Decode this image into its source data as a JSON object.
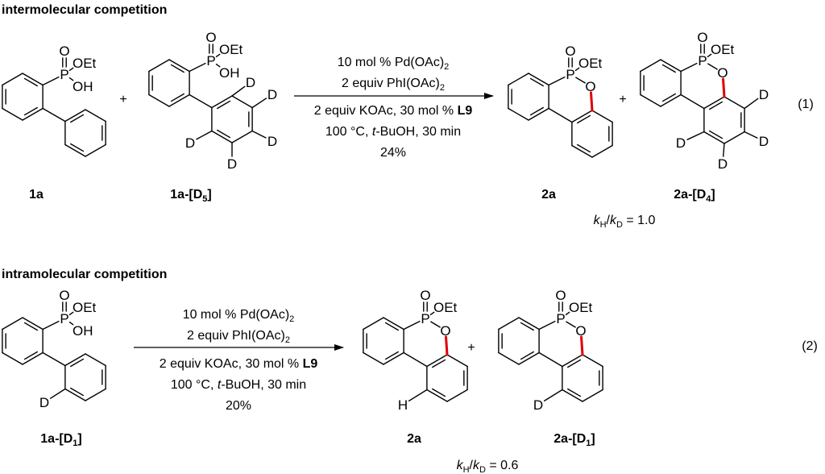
{
  "atoms": {
    "P": "P",
    "O": "O",
    "OEt": "OEt",
    "OH": "OH",
    "D": "D",
    "H": "H"
  },
  "colors": {
    "new_bond": "#e00000",
    "ink": "#000000"
  },
  "scheme1": {
    "heading": "intermolecular competition",
    "plus": "+",
    "conditions": {
      "l1": {
        "text": "10 mol % Pd(OAc)",
        "sub": "2"
      },
      "l2": {
        "text": "2 equiv PhI(OAc)",
        "sub": "2"
      },
      "l3": {
        "text": "2 equiv KOAc, 30 mol % ",
        "bold": "L9"
      },
      "l4": {
        "pre": "100 °C, ",
        "ital": "t",
        "post": "-BuOH, 30 min"
      },
      "l5": "24%"
    },
    "labels": {
      "sm1": "1a",
      "sm2": {
        "pre": "1a-[D",
        "sub": "5",
        "post": "]"
      },
      "p1": "2a",
      "p2": {
        "pre": "2a-[D",
        "sub": "4",
        "post": "]"
      }
    },
    "kie": {
      "k": "k",
      "num_sub": "H",
      "slash": "/",
      "den_sub": "D",
      "value": " = 1.0"
    },
    "eq_number": "(1)"
  },
  "scheme2": {
    "heading": "intramolecular competition",
    "plus": "+",
    "conditions": {
      "l1": {
        "text": "10 mol % Pd(OAc)",
        "sub": "2"
      },
      "l2": {
        "text": "2 equiv PhI(OAc)",
        "sub": "2"
      },
      "l3": {
        "text": "2 equiv KOAc, 30 mol % ",
        "bold": "L9"
      },
      "l4": {
        "pre": "100 °C, ",
        "ital": "t",
        "post": "-BuOH, 30 min"
      },
      "l5": "20%"
    },
    "labels": {
      "sm1": {
        "pre": "1a-[D",
        "sub": "1",
        "post": "]"
      },
      "p1": "2a",
      "p2": {
        "pre": "2a-[D",
        "sub": "1",
        "post": "]"
      }
    },
    "kie": {
      "k": "k",
      "num_sub": "H",
      "slash": "/",
      "den_sub": "D",
      "value": " = 0.6"
    },
    "eq_number": "(2)"
  }
}
